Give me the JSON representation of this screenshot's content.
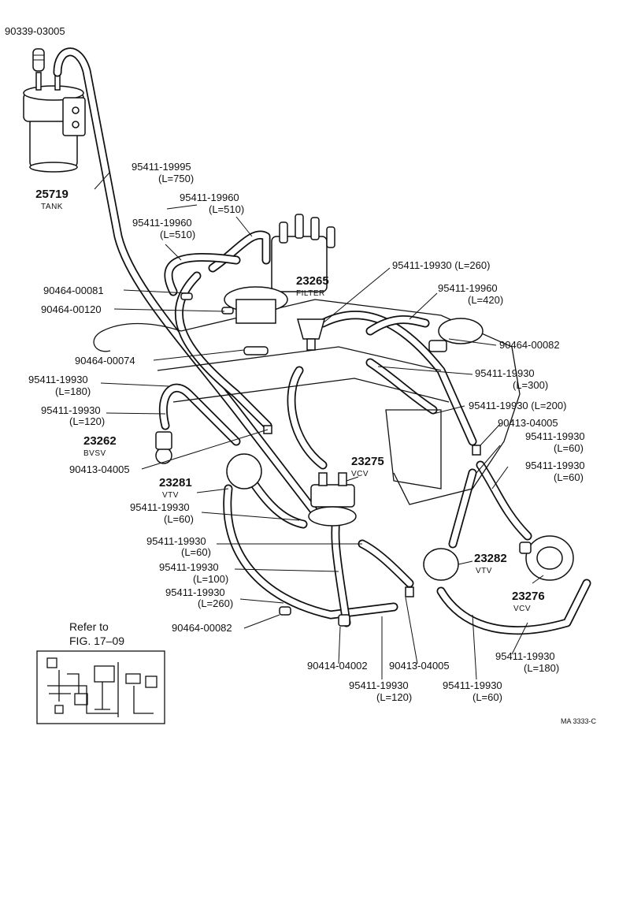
{
  "parts": {
    "p1": "90339-03005",
    "p2": "95411-19995",
    "p2_len": "(L=750)",
    "p3_num": "25719",
    "p3_name": "TANK",
    "p4": "95411-19960",
    "p4_len": "(L=510)",
    "p5": "95411-19960",
    "p5_len": "(L=510)",
    "p6": "90464-00081",
    "p7": "90464-00120",
    "p8_num": "23265",
    "p8_name": "FILTER",
    "p9": "95411-19930 (L=260)",
    "p10": "95411-19960",
    "p10_len": "(L=420)",
    "p11": "90464-00082",
    "p12": "90464-00074",
    "p13": "95411-19930",
    "p13_len": "(L=300)",
    "p14": "95411-19930",
    "p14_len": "(L=180)",
    "p15": "95411-19930 (L=200)",
    "p16": "95411-19930",
    "p16_len": "(L=120)",
    "p17": "90413-04005",
    "p18_num": "23262",
    "p18_name": "BVSV",
    "p19": "95411-19930",
    "p19_len": "(L=60)",
    "p20": "90413-04005",
    "p21_num": "23275",
    "p21_name": "VCV",
    "p22": "95411-19930",
    "p22_len": "(L=60)",
    "p23_num": "23281",
    "p23_name": "VTV",
    "p24": "95411-19930",
    "p24_len": "(L=60)",
    "p25": "95411-19930",
    "p25_len": "(L=60)",
    "p26_num": "23282",
    "p26_name": "VTV",
    "p27": "95411-19930",
    "p27_len": "(L=100)",
    "p28_num": "23276",
    "p28_name": "VCV",
    "p29": "95411-19930",
    "p29_len": "(L=260)",
    "p30": "90464-00082",
    "p31": "95411-19930",
    "p31_len": "(L=180)",
    "p32": "90414-04002",
    "p33": "90413-04005",
    "p34": "95411-19930",
    "p34_len": "(L=120)",
    "p35": "95411-19930",
    "p35_len": "(L=60)"
  },
  "reference": {
    "line1": "Refer to",
    "line2": "FIG. 17–09"
  },
  "drawing_code": "MA 3333-C"
}
